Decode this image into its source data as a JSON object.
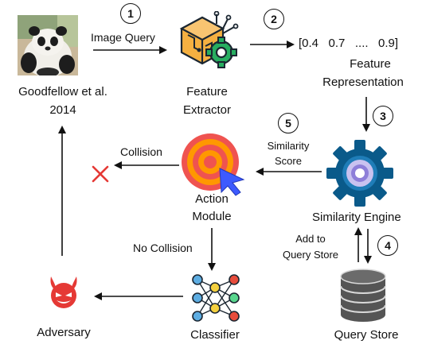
{
  "nodes": {
    "input_image": {
      "caption_line1": "Goodfellow et al.",
      "caption_line2": "2014"
    },
    "feature_extractor": {
      "line1": "Feature",
      "line2": "Extractor"
    },
    "feature_representation": {
      "vector": "[0.4   0.7   ....   0.9]",
      "line1": "Feature",
      "line2": "Representation"
    },
    "similarity_engine": {
      "label": "Similarity Engine"
    },
    "action_module": {
      "line1": "Action",
      "line2": "Module"
    },
    "classifier": {
      "label": "Classifier"
    },
    "adversary": {
      "label": "Adversary"
    },
    "query_store": {
      "label": "Query Store"
    }
  },
  "edges": {
    "image_query": "Image Query",
    "similarity_score_line1": "Similarity",
    "similarity_score_line2": "Score",
    "collision": "Collision",
    "no_collision": "No Collision",
    "add_to_line1": "Add to",
    "add_to_line2": "Query Store"
  },
  "steps": [
    "1",
    "2",
    "3",
    "4",
    "5"
  ],
  "colors": {
    "arrow": "#111111",
    "collision_cross": "#e53935",
    "target_red": "#ef5350",
    "target_orange": "#ff9800",
    "cursor_blue": "#3d5afe",
    "gear_blue": "#0a5a8a",
    "adversary_red": "#e53935",
    "extractor_orange": "#f5b041",
    "extractor_green": "#27ae60"
  }
}
